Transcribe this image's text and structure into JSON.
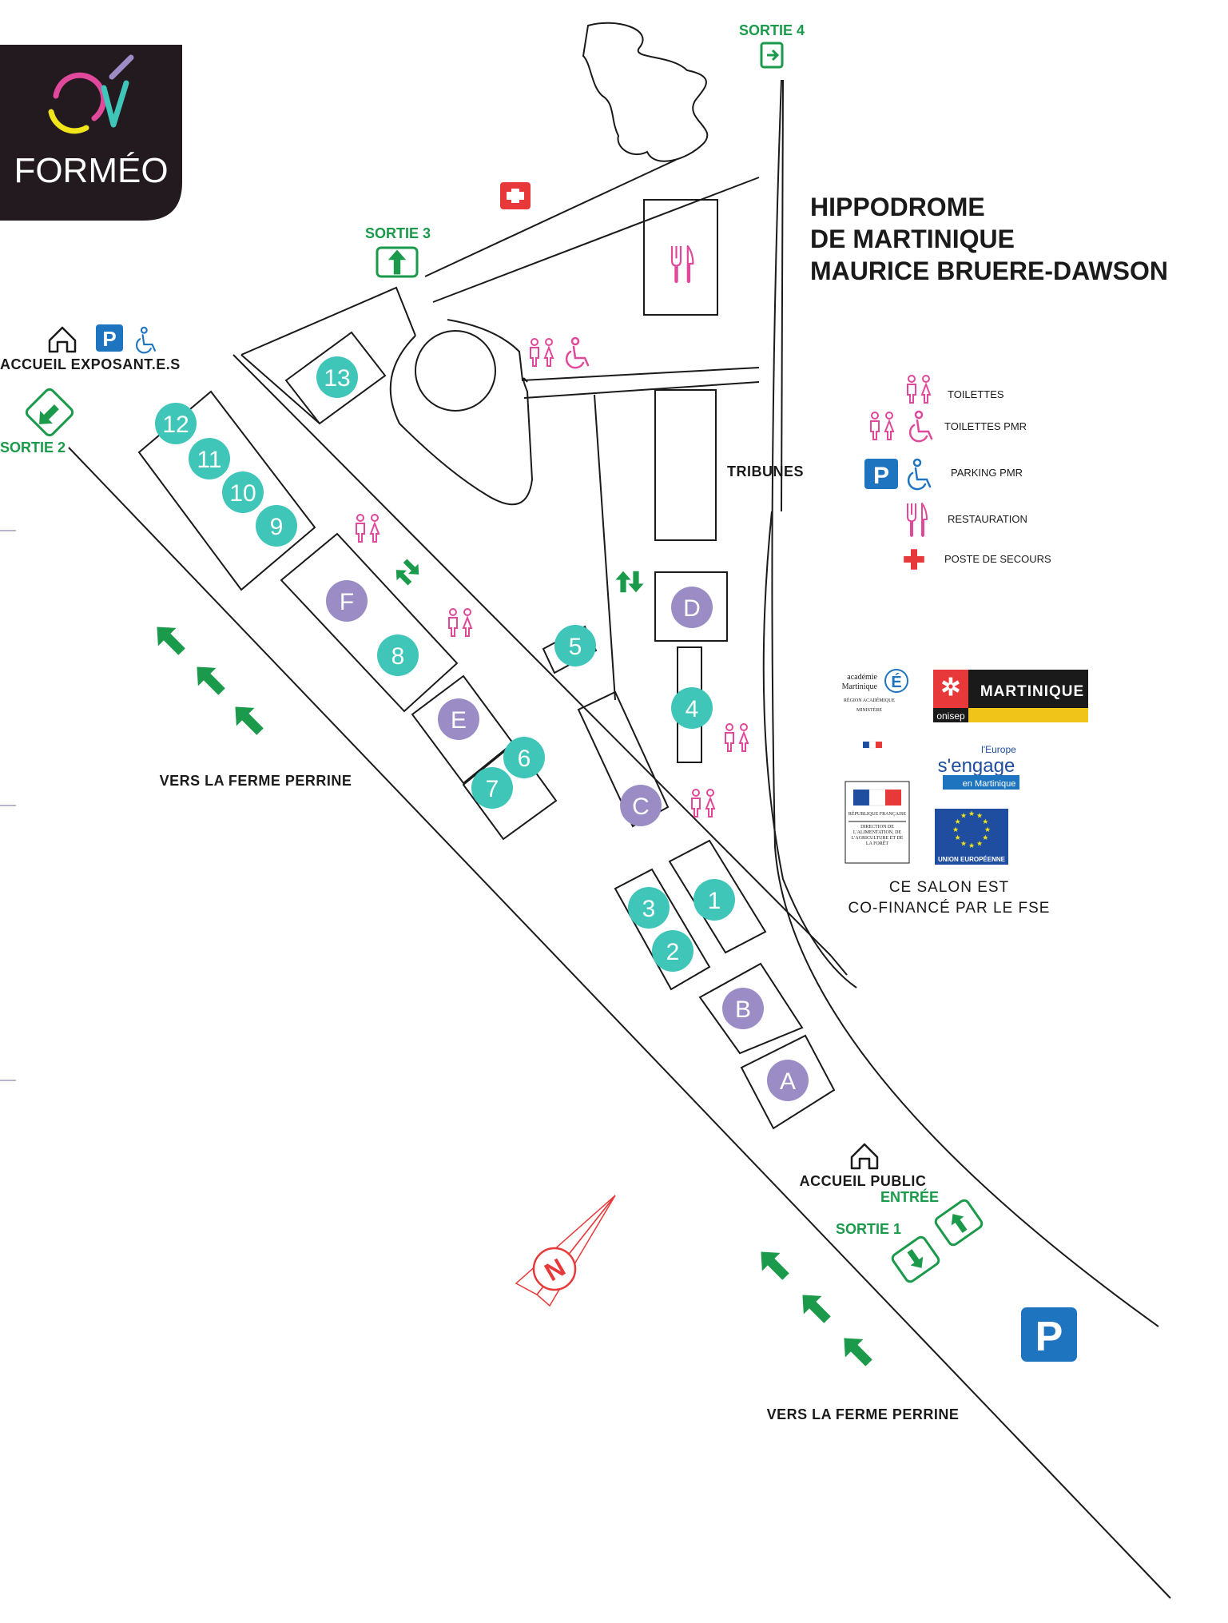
{
  "brand": {
    "name": "FORMÉO"
  },
  "title": {
    "line1": "HIPPODROME",
    "line2": "DE MARTINIQUE",
    "line3": "MAURICE BRUERE-DAWSON"
  },
  "labels": {
    "sortie1": "SORTIE 1",
    "sortie2": "SORTIE 2",
    "sortie3": "SORTIE 3",
    "sortie4": "SORTIE 4",
    "entree": "ENTRÉE",
    "accueil_exposants": "ACCUEIL EXPOSANT.E.S",
    "accueil_public": "ACCUEIL PUBLIC",
    "tribunes": "TRIBUNES",
    "vers_ferme_left": "VERS LA FERME PERRINE",
    "vers_ferme_bottom": "VERS LA FERME PERRINE"
  },
  "legend": {
    "toilettes": "TOILETTES",
    "toilettes_pmr": "TOILETTES PMR",
    "parking_pmr": "PARKING PMR",
    "restauration": "RESTAURATION",
    "poste_secours": "POSTE DE SECOURS"
  },
  "sponsors": {
    "martinique": "MARTINIQUE",
    "onisep": "onisep",
    "europe_top": "l'Europe",
    "europe_main": "s'engage",
    "europe_sub": "en Martinique",
    "ue": "UNION EUROPÉENNE",
    "academie_a": "académie",
    "academie_b": "Martinique",
    "region": "RÉGION ACADÉMIQUE",
    "ministere": "MINISTÈRE",
    "republique": "RÉPUBLIQUE FRANÇAISE",
    "daaf": "DIRECTION DE L'ALIMENTATION, DE L'AGRICULTURE ET DE LA FORÊT",
    "fse_line1": "CE SALON EST",
    "fse_line2": "CO-FINANCÉ PAR LE FSE"
  },
  "stands": {
    "s1": "1",
    "s2": "2",
    "s3": "3",
    "s4": "4",
    "s5": "5",
    "s6": "6",
    "s7": "7",
    "s8": "8",
    "s9": "9",
    "s10": "10",
    "s11": "11",
    "s12": "12",
    "s13": "13",
    "A": "A",
    "B": "B",
    "C": "C",
    "D": "D",
    "E": "E",
    "F": "F"
  },
  "parking_symbol": "P",
  "compass_symbol": "N",
  "colors": {
    "teal": "#3fc6b8",
    "purple": "#9b8cc6",
    "green": "#1a9a4a",
    "pink": "#e0489b",
    "blue": "#1f74c0",
    "red": "#e8393a",
    "brand_bg": "#231a1f"
  }
}
